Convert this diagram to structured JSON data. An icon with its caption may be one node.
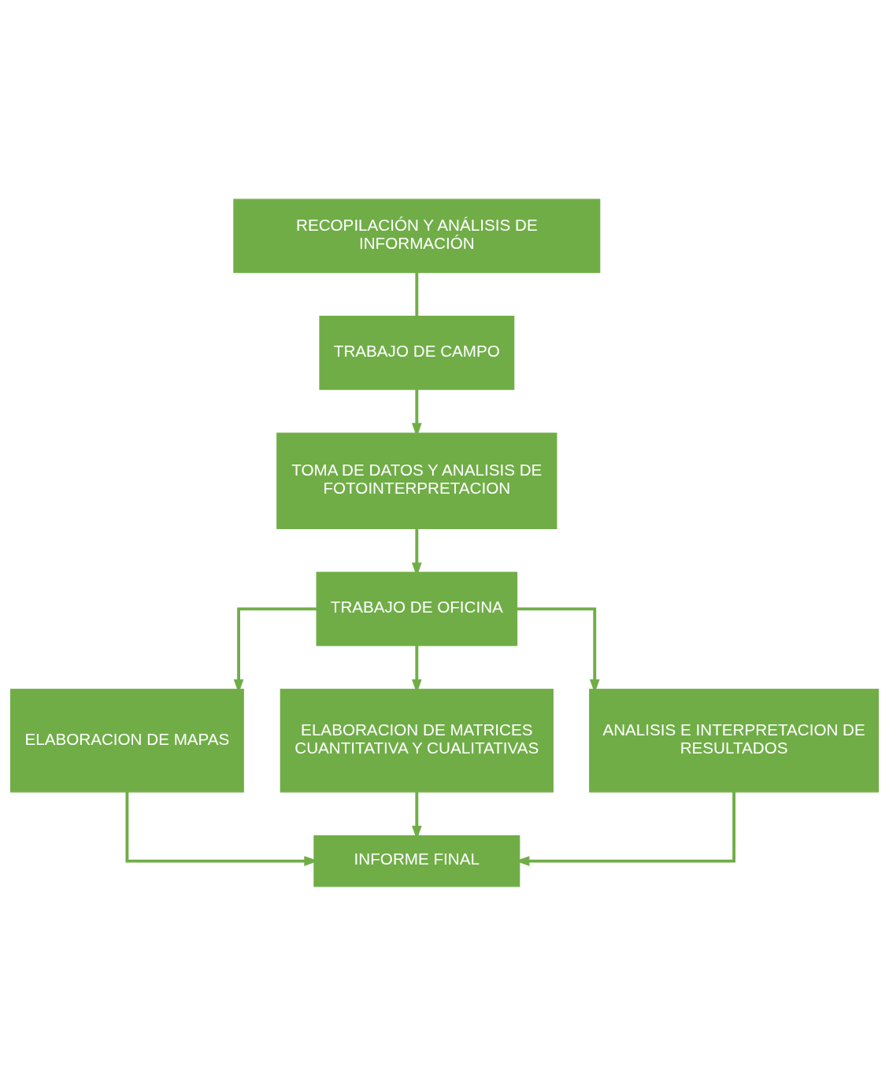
{
  "diagram": {
    "nodes": [
      {
        "text": [
          "RECOPILACIÓN Y ANÁLISIS DE INFORMACIÓN"
        ]
      },
      {
        "text": [
          "TRABAJO DE CAMPO"
        ]
      },
      {
        "text": [
          "TOMA DE DATOS Y ANALISIS DE FOTOINTERPRETACION"
        ]
      },
      {
        "text": [
          "TRABAJO DE OFICINA"
        ]
      },
      {
        "text": [
          "ELABORACION DE MAPAS"
        ]
      },
      {
        "text": [
          "ELABORACION DE MATRICES CUANTITATIVA Y CUALITATIVAS"
        ]
      },
      {
        "text": [
          "ANALISIS E INTERPRETACION DE RESULTADOS"
        ]
      },
      {
        "text": [
          "INFORME FINAL"
        ]
      }
    ],
    "edges": [
      {
        "from": 0,
        "to": 1,
        "arrow": "none"
      },
      {
        "from": 1,
        "to": 2,
        "arrow": "to"
      },
      {
        "from": 2,
        "to": 3,
        "arrow": "to"
      },
      {
        "from": 3,
        "to": 4,
        "arrow": "to"
      },
      {
        "from": 3,
        "to": 5,
        "arrow": "to"
      },
      {
        "from": 3,
        "to": 6,
        "arrow": "to"
      },
      {
        "from": 4,
        "to": 7,
        "arrow": "to"
      },
      {
        "from": 5,
        "to": 7,
        "arrow": "to"
      },
      {
        "from": 6,
        "to": 7,
        "arrow": "to"
      }
    ]
  }
}
